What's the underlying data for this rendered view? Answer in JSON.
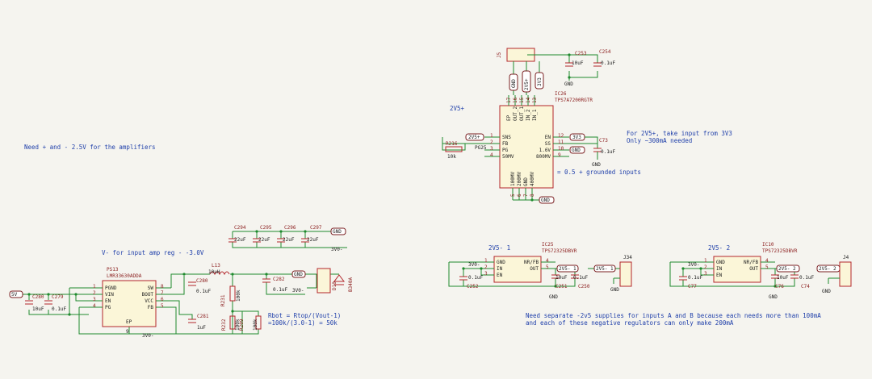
{
  "notes": {
    "amp_note": "Need + and - 2.5V for the amplifiers",
    "vminus_note": "V- for input amp reg - -3.0V",
    "rbot1": "Rbot = Rtop/(Vout-1)",
    "rbot2": "=100k/(3.0-1) = 50k",
    "p2v5_note1": "For 2V5+, take input from 3V3",
    "p2v5_note2": "Only ~300mA needed",
    "grounded_note": "= 0.5 + grounded inputs",
    "neg_note1": "Need separate -2v5 supplies for inputs A and B because each needs more than 100mA",
    "neg_note2": "and each of these negative regulators can only make 200mA",
    "sec_2v5p": "2V5+",
    "sec_2v5m1": "2V5- 1",
    "sec_2v5m2": "2V5- 2"
  },
  "ic26": {
    "ref": "IC26",
    "part": "TPS7A7200RGTR",
    "left_pins": [
      "SNS",
      "FB",
      "PG",
      "50MV"
    ],
    "left_nums": [
      "1",
      "2",
      "3",
      "4"
    ],
    "right_pins": [
      "EN",
      "SS",
      "1.6V",
      "800MV"
    ],
    "right_nums": [
      "12",
      "11",
      "10",
      "9"
    ],
    "top_pins": [
      "EP",
      "OUT_2",
      "OUT_1",
      "IN_2",
      "IN_1"
    ],
    "top_nums": [
      "17",
      "16",
      "15",
      "14",
      "13"
    ],
    "bottom_pins": [
      "100MV",
      "200MV",
      "GND",
      "400MV"
    ],
    "bottom_nums": [
      "5",
      "6",
      "7",
      "8"
    ]
  },
  "ps13": {
    "ref": "PS13",
    "part": "LMR33630ADDA",
    "left_pins": [
      "PGND",
      "VIN",
      "EN",
      "PG"
    ],
    "left_nums": [
      "1",
      "2",
      "3",
      "4"
    ],
    "right_pins": [
      "SW",
      "BOOT",
      "VCC",
      "FB"
    ],
    "right_nums": [
      "8",
      "7",
      "6",
      "5"
    ],
    "bottom_pin": "EP",
    "bottom_num": "9"
  },
  "ic25": {
    "ref": "IC25",
    "part": "TPS72325DBVR",
    "left_pins": [
      "GND",
      "IN",
      "EN"
    ],
    "left_nums": [
      "1",
      "2",
      "3"
    ],
    "right_pins": [
      "NR/FB",
      "OUT"
    ],
    "right_nums": [
      "4",
      "5"
    ]
  },
  "ic10": {
    "ref": "IC10",
    "part": "TPS72325DBVR",
    "left_pins": [
      "GND",
      "IN",
      "EN"
    ],
    "left_nums": [
      "1",
      "2",
      "3"
    ],
    "right_pins": [
      "NR/FB",
      "OUT"
    ],
    "right_nums": [
      "4",
      "5"
    ]
  },
  "components": {
    "j5": "J5",
    "j4": "J4",
    "j34": "J34",
    "c253": "C253",
    "c253v": "10uF",
    "c254": "C254",
    "c254v": "0.1uF",
    "c73": "C73",
    "c73v": "0.1uF",
    "r216": "R216",
    "r216v": "10k",
    "c294": "C294",
    "c295": "C295",
    "c296": "C296",
    "c297": "C297",
    "c22u": "22uF",
    "l13": "L13",
    "l13v": "10uH",
    "c280a": "C280",
    "c280av": "0.1uF",
    "c281": "C281",
    "c281v": "1uF",
    "c282": "C282",
    "c282v": "0.1uF",
    "r231": "R231",
    "r231v": "100k",
    "r232": "R232",
    "r232v": "100k",
    "r209": "R209",
    "r209v": "100k",
    "d10": "D10",
    "d10p": "B340A",
    "c280": "C280",
    "c280v": "10uF",
    "c279": "C279",
    "c279v": "0.1uF",
    "c252": "C252",
    "c252v": "0.1uF",
    "c251": "C251",
    "c251v": "10uF",
    "c250": "C250",
    "c77": "C77",
    "c77v": "0.1uF",
    "c76": "C76",
    "c76v": "10uF",
    "c74": "C74",
    "c74v": "0.1uF"
  },
  "nets": {
    "gnd": "GND",
    "v3v3": "3V3",
    "v2v5p": "2V5+",
    "v2v5m1": "2V5- 1",
    "v2v5m2": "2V5- 2",
    "v3v0m": "3V0-",
    "v5v": "5V",
    "pg25": "PG25"
  }
}
